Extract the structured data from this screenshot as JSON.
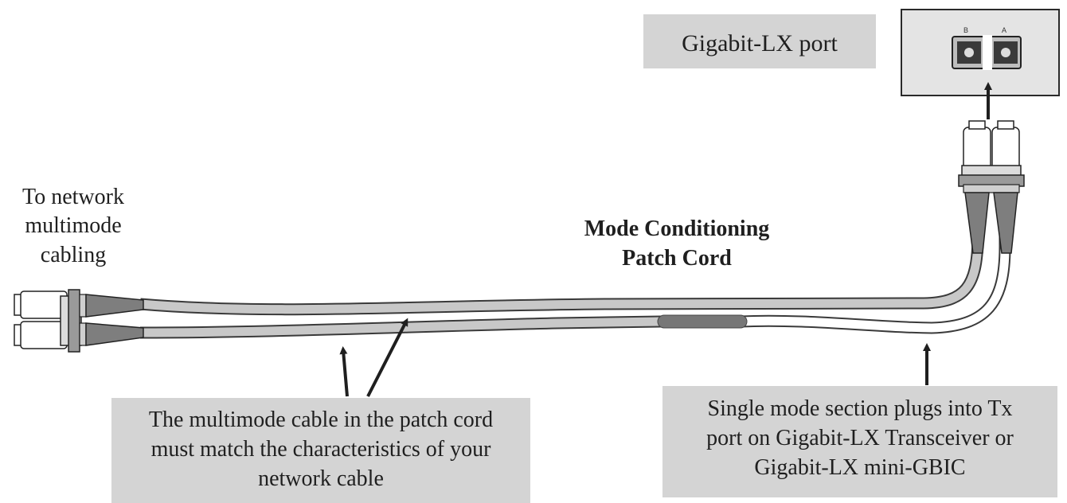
{
  "port_label": "Gigabit-LX port",
  "title_line1": "Mode Conditioning",
  "title_line2": "Patch Cord",
  "left_label": [
    "To network",
    "multimode",
    "cabling"
  ],
  "multimode_note": [
    "The multimode cable in the patch cord",
    "must match the characteristics of your",
    "network cable"
  ],
  "singlemode_note": [
    "Single mode section plugs into Tx",
    "port on Gigabit-LX Transceiver or",
    "Gigabit-LX mini-GBIC"
  ],
  "port_marks": [
    "B",
    "A"
  ],
  "colors": {
    "label_box": "#d4d4d4",
    "panel": "#e4e4e4",
    "cable": "#c8c8c8",
    "singlemode_sleeve": "#777777",
    "line": "#1f1f1f"
  }
}
